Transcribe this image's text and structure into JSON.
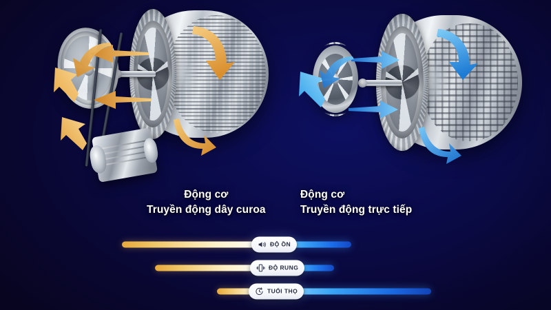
{
  "scene": {
    "background_color": "#0b0630",
    "accent_gold": "#f0c667",
    "accent_blue": "#1b6ce8"
  },
  "captions": {
    "belt_drive": {
      "line1": "Động cơ",
      "line2": "Truyền động dây curoa"
    },
    "direct_drive": {
      "line1": "Động cơ",
      "line2": "Truyền động trực tiếp"
    }
  },
  "machines": {
    "belt_drive": {
      "parts": [
        "pulley",
        "belt",
        "motor",
        "drum",
        "shaft"
      ],
      "arrow_color": "#e8a94a",
      "arrow_count": 6
    },
    "direct_drive": {
      "parts": [
        "rotor",
        "drum",
        "shaft"
      ],
      "arrow_color": "#2f9fe8",
      "arrow_count": 5
    }
  },
  "comparison_bars": [
    {
      "id": "noise",
      "label": "ĐỘ ỒN",
      "icon": "megaphone-icon",
      "gold_color": "#f0c667",
      "blue_color": "#1b6ce8"
    },
    {
      "id": "vibration",
      "label": "ĐỘ RUNG",
      "icon": "vibrating-phone-icon",
      "gold_color": "#f0c667",
      "blue_color": "#1b6ce8"
    },
    {
      "id": "lifespan",
      "label": "TUỔI THỌ",
      "icon": "clock-icon",
      "gold_color": "#f0c667",
      "blue_color": "#1b6ce8"
    }
  ]
}
